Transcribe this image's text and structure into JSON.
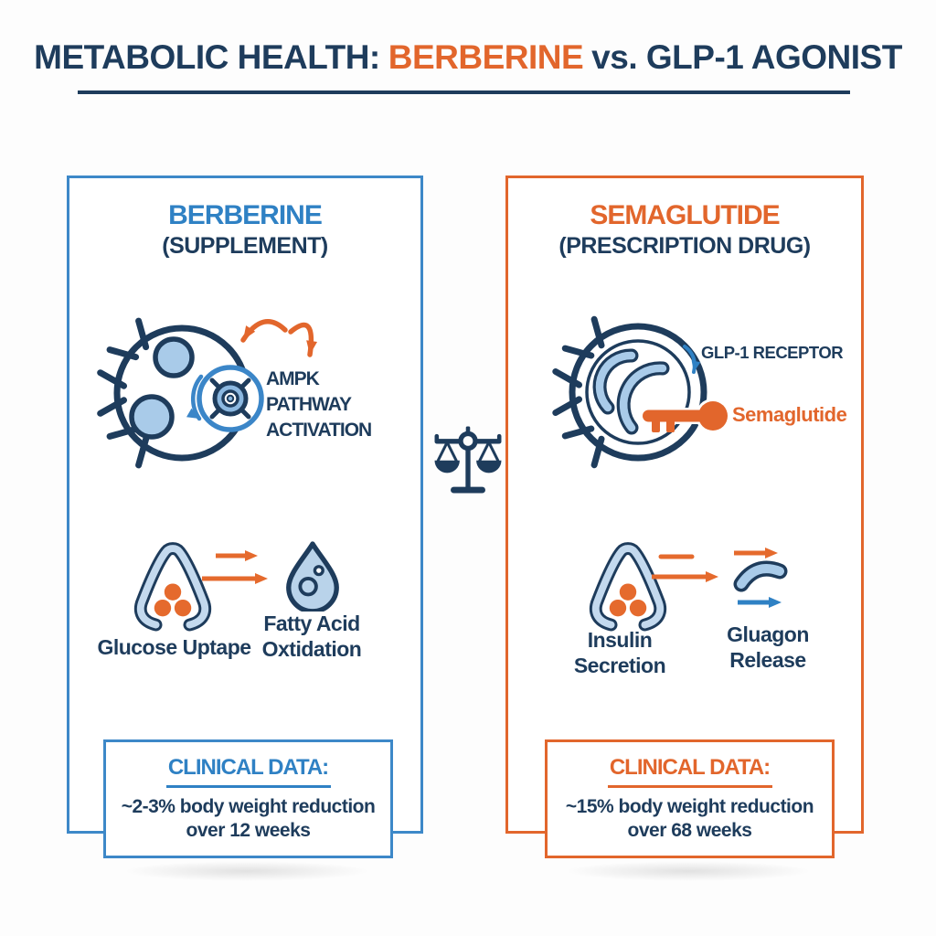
{
  "title": {
    "part1": "METABOLIC HEALTH:",
    "highlight": "BERBERINE",
    "part2": "vs. GLP-1 AGONIST"
  },
  "colors": {
    "navy": "#1e3c5c",
    "blue": "#2f81c4",
    "blue_border": "#3d88c8",
    "orange": "#e2662c",
    "light_blue": "#a9cbe9"
  },
  "center": {
    "icon": "balance-scale-icon"
  },
  "berberine_panel": {
    "title": "BERBERINE",
    "subtitle": "(SUPPLEMENT)",
    "mechanism_label": "AMPK PATHWAY ACTIVATION",
    "icons": {
      "cell": "cell-ampk-activation-icon",
      "glucose": "glucose-uptake-icon",
      "droplet": "fatty-acid-droplet-icon",
      "arrows": "arrow-right-icon"
    },
    "process_labels": {
      "left": "Glucose Uptape",
      "right": "Fatty Acid Oxtidation"
    },
    "clinical": {
      "heading": "CLINICAL DATA:",
      "line1": "~2-3% body weight reduction",
      "line2": "over 12 weeks"
    }
  },
  "semaglutide_panel": {
    "title": "SEMAGLUTIDE",
    "subtitle": "(PRESCRIPTION DRUG)",
    "receptor_label": "GLP-1 RECEPTOR",
    "drug_label": "Semaglutide",
    "icons": {
      "cell": "glp1-receptor-cell-icon",
      "key": "semaglutide-key-icon",
      "insulin": "insulin-secretion-icon",
      "bean": "glucagon-bean-icon",
      "arrows": "arrow-right-icon"
    },
    "process_labels": {
      "left": "Insulin Secretion",
      "right": "Gluagon Release"
    },
    "clinical": {
      "heading": "CLINICAL DATA:",
      "line1": "~15% body weight reduction",
      "line2": "over 68 weeks"
    }
  }
}
